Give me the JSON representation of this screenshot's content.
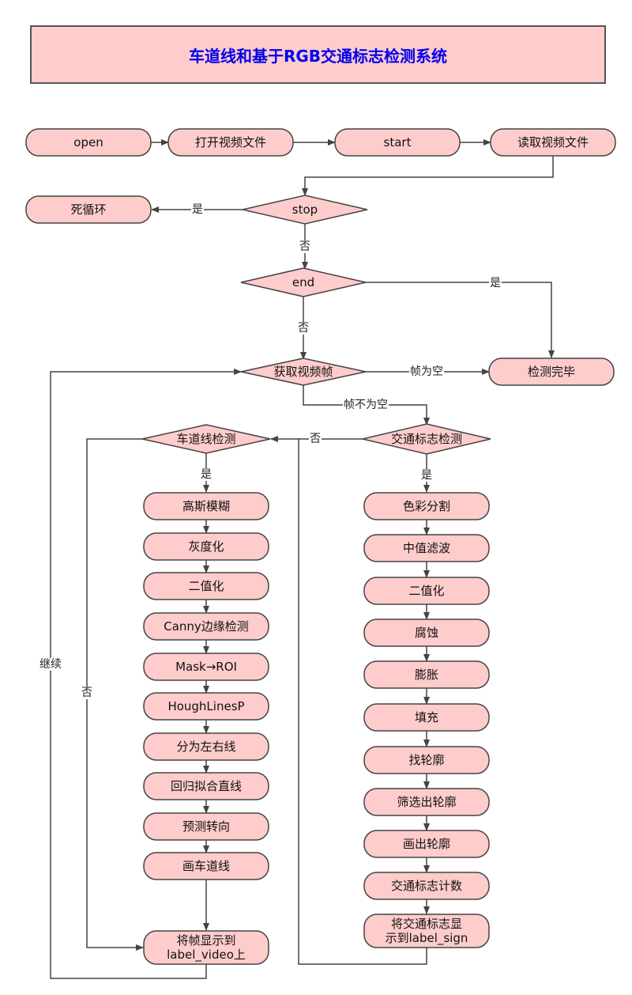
{
  "title": "车道线和基于RGB交通标志检测系统",
  "colors": {
    "node_fill": "#ffcccc",
    "node_stroke": "#444444",
    "title_text": "#0000ee",
    "edge": "#444444"
  },
  "nodes": {
    "open": "open",
    "open_file": "打开视频文件",
    "start": "start",
    "read_file": "读取视频文件",
    "infinite_loop": "死循环",
    "stop": "stop",
    "end": "end",
    "get_frame": "获取视频帧",
    "done": "检测完毕",
    "lane_detect": "车道线检测",
    "sign_detect": "交通标志检测",
    "lane_steps": [
      "高斯模糊",
      "灰度化",
      "二值化",
      "Canny边缘检测",
      "Mask→ROI",
      "HoughLinesP",
      "分为左右线",
      "回归拟合直线",
      "预测转向",
      "画车道线"
    ],
    "lane_display": [
      "将帧显示到",
      "label_video上"
    ],
    "sign_steps": [
      "色彩分割",
      "中值滤波",
      "二值化",
      "腐蚀",
      "膨胀",
      "填充",
      "找轮廓",
      "筛选出轮廓",
      "画出轮廓",
      "交通标志计数"
    ],
    "sign_display": [
      "将交通标志显",
      "示到label_sign"
    ]
  },
  "edge_labels": {
    "stop_yes": "是",
    "stop_no": "否",
    "end_yes": "是",
    "end_no": "否",
    "frame_empty": "帧为空",
    "frame_not_empty": "帧不为空",
    "sign_no": "否",
    "sign_yes": "是",
    "lane_yes": "是",
    "lane_no": "否",
    "continue": "继续"
  }
}
